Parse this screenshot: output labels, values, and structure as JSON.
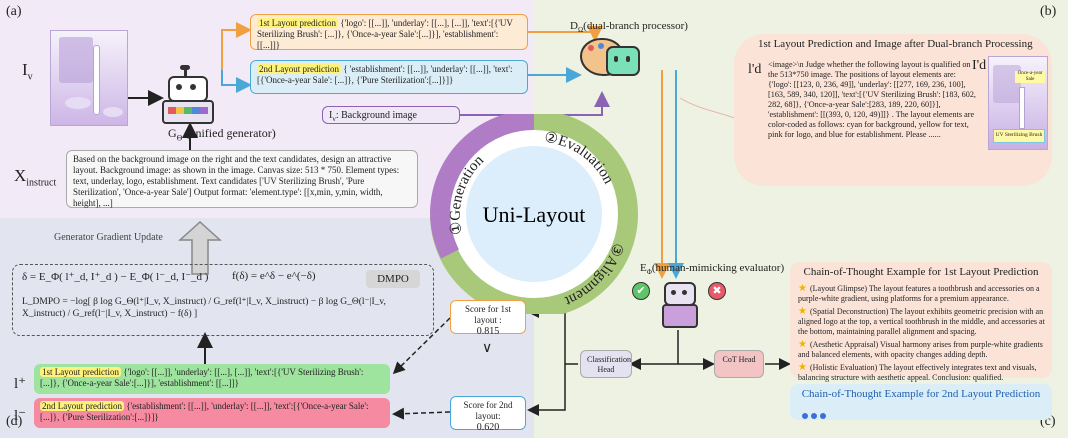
{
  "panels": {
    "a": "(a)",
    "b": "(b)",
    "c": "(c)",
    "d": "(d)"
  },
  "center": {
    "title": "Uni-Layout",
    "generation": "①Generation",
    "evaluation": "②Evaluation",
    "alignment": "③Alignment"
  },
  "generator": {
    "iv_label": "I",
    "iv_sub": "v",
    "g_label": "G",
    "g_sub": "Θ",
    "g_desc": "(unified generator)",
    "x_label": "X",
    "x_sub": "instruct",
    "instruction": "Based on the background image on the right and the text candidates, design an attractive layout. Background image: as shown in the image. Canvas size: 513 * 750. Element types: text, underlay, logo, establishment. Text candidates ['UV Sterilizing Brush', 'Pure Sterilization', 'Once-a-year Sale'] Output format: 'element.type': [[x,min, y,min, width, height], ...]",
    "pred1_tag": "1st Layout prediction",
    "pred1_text": "{'logo': [[...]], 'underlay': [[...], [...]], 'text':[{'UV Sterilizing Brush': [...]}, {'Once-a-year Sale':[...]}], 'establishment': [[...]]}",
    "pred2_tag": "2nd Layout prediction",
    "pred2_text": "{ 'establishment': [[...]], 'underlay': [[...]], 'text':[{'Once-a-year Sale': [...]}, {'Pure Sterilization':[...]}]}",
    "bg_label": "I",
    "bg_sub": "v",
    "bg_text": ": Background image"
  },
  "processor": {
    "label": "D",
    "sub": "Ω",
    "desc": "(dual-branch processor)",
    "bubble_title": "1st Layout Prediction and Image after Dual-branch Processing",
    "ld_left": "l'd",
    "ld_right": "I'd",
    "bubble_text": "<image>\\n Judge whether the following layout is qualified on the 513*750 image. The positions of layout elements are: {'logo': [[123, 0, 236, 49]], 'underlay': [[277, 169, 236, 100], [163, 589, 340, 120]], 'text':[{'UV Sterilizing Brush': [183, 602, 282, 68]}, {'Once-a-year Sale':[283, 189, 220, 60]}], 'establishment': [[(393, 0, 120, 49)]]} . The layout elements are color-coded as follows: cyan for background, yellow for text, pink for logo, and blue for establishment. Please ......",
    "poster_sale": "Once-a-year Sale",
    "poster_brush": "UV Sterilizing Brush"
  },
  "evaluator": {
    "label": "E",
    "sub": "Φ",
    "desc": "(human-mimicking evaluator)",
    "classification_head": "Classification Head",
    "cot_head": "CoT Head",
    "score1_label": "Score for 1st layout :",
    "score1": "0.815",
    "score2_label": "Score for 2nd layout:",
    "score2": "0.620",
    "compare": "∨"
  },
  "cot": {
    "title1": "Chain-of-Thought Example for 1st Layout Prediction",
    "items": [
      "(Layout Glimpse) The layout features a toothbrush and accessories on a purple-white gradient, using platforms for a premium appearance.",
      "(Spatial Deconstruction) The layout exhibits geometric precision with an aligned logo at the top, a vertical toothbrush in the middle, and accessories at the bottom, maintaining parallel alignment and spacing.",
      "(Aesthetic Appraisal) Visual harmony arises from purple-white gradients and balanced elements, with opacity changes adding depth.",
      "(Holistic Evaluation) The layout effectively integrates text and visuals, balancing structure with aesthetic appeal. Conclusion: qualified."
    ],
    "title2": "Chain-of-Thought Example for 2nd Layout Prediction"
  },
  "alignment": {
    "gradient_update": "Generator Gradient Update",
    "dmpo": "DMPO",
    "delta_eq": "δ = E_Φ( l⁺_d, I⁺_d ) − E_Φ( l⁻_d, I⁻_d )",
    "f_eq": "f(δ) = e^δ − e^(−δ)",
    "loss_eq": "L_DMPO = −log[ β log G_Θ(l⁺|I_v, X_instruct) / G_ref(l⁺|I_v, X_instruct) − β log G_Θ(l⁻|I_v, X_instruct) / G_ref(l⁻|I_v, X_instruct) − f(δ) ]",
    "plus_label": "l⁺",
    "minus_label": "l⁻",
    "plus_text": "{'logo': [[...]], 'underlay': [[...], [...]], 'text':[{'UV Sterilizing Brush': [...]}, {'Once-a-year Sale':[...]}], 'establishment': [[...]]}",
    "minus_text": "{'establishment': [[...]], 'underlay': [[...]], 'text':[{'Once-a-year Sale': [...]}, {'Pure Sterilization':[...]}]}"
  },
  "colors": {
    "orange": "#f0a040",
    "blue": "#4aa8d8",
    "purple": "#8a63b5",
    "green_ring": "#a9c97a",
    "purple_ring": "#b07cc6",
    "pred1_bg": "#fdebd6",
    "pred2_bg": "#dbeef8",
    "plus_bg": "#9ee39e",
    "minus_bg": "#f58aa0"
  }
}
